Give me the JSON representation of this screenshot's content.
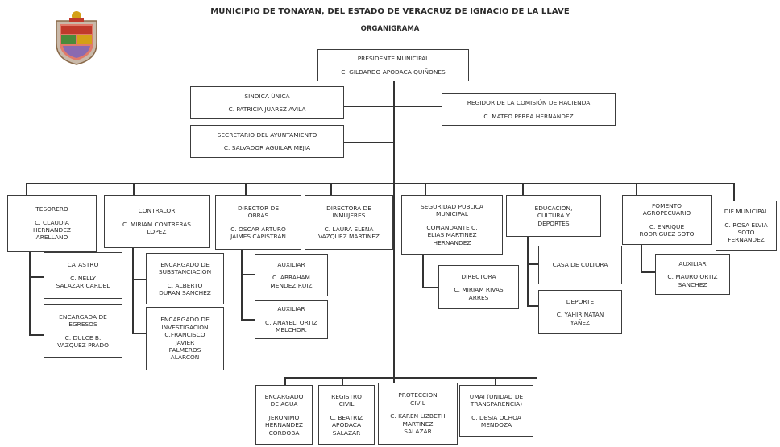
{
  "header": {
    "title": "MUNICIPIO DE TONAYAN, DEL ESTADO DE VERACRUZ DE IGNACIO DE LA LLAVE",
    "subtitle": "ORGANIGRAMA"
  },
  "colors": {
    "line": "#333333",
    "crest_red": "#c0392b",
    "crest_gold": "#d4a017",
    "crest_green": "#4a8a3a"
  },
  "org": {
    "presidente": {
      "title": "PRESIDENTE MUNICIPAL",
      "name": "C. GILDARDO APODACA QUIÑONES"
    },
    "sindica": {
      "title": "SINDICA ÚNICA",
      "name": "C. PATRICIA JUAREZ AVILA"
    },
    "regidor": {
      "title": "REGIDOR DE LA COMISIÓN DE HACIENDA",
      "name": "C. MATEO PEREA HERNANDEZ"
    },
    "secretario": {
      "title": "SECRETARIO DEL AYUNTAMIENTO",
      "name": "C. SALVADOR AGUILAR MEJIA"
    },
    "tesorero": {
      "title": "TESORERO",
      "name": "C. CLAUDIA\nHERNÁNDEZ\nARELLANO"
    },
    "catastro": {
      "title": "CATASTRO",
      "name": "C. NELLY\nSALAZAR CARDEL"
    },
    "egresos": {
      "title": "ENCARGADA DE\nEGRESOS",
      "name": "C. DULCE B.\nVAZQUEZ PRADO"
    },
    "contralor": {
      "title": "CONTRALOR",
      "name": "C. MIRIAM CONTRERAS\nLOPEZ"
    },
    "substanciacion": {
      "title": "ENCARGADO DE\nSUBSTANCIACION",
      "name": "C. ALBERTO\nDURAN SANCHEZ"
    },
    "investigacion": {
      "title": "ENCARGADO DE\nINVESTIGACION",
      "name": "C.FRANCISCO\nJAVIER\nPALMEROS\nALARCON"
    },
    "obras": {
      "title": "DIRECTOR DE\nOBRAS",
      "name": "C. OSCAR ARTURO\nJAIMES CAPISTRAN"
    },
    "aux_obras1": {
      "title": "AUXILIAR",
      "name": "C. ABRAHAM\nMENDEZ RUIZ"
    },
    "aux_obras2": {
      "title": "AUXILIAR",
      "name": "C. ANAYELI ORTIZ\nMELCHOR."
    },
    "inmujeres": {
      "title": "DIRECTORA DE\nINMUJERES",
      "name": "C. LAURA ELENA\nVAZQUEZ MARTINEZ"
    },
    "seguridad": {
      "title": "SEGURIDAD PUBLICA\nMUNICIPAL",
      "name": "COMANDANTE C.\nELIAS MARTINEZ\nHERNANDEZ"
    },
    "directora_seg": {
      "title": "DIRECTORA",
      "name": "C. MIRIAM RIVAS\nARRES"
    },
    "educacion": {
      "title": "EDUCACION,\nCULTURA Y\nDEPORTES",
      "name": ""
    },
    "casa_cultura": {
      "title": "CASA DE CULTURA",
      "name": ""
    },
    "deporte": {
      "title": "DEPORTE",
      "name": "C. YAHIR NATAN\nYAÑEZ"
    },
    "fomento": {
      "title": "FOMENTO\nAGROPECUARIO",
      "name": "C. ENRIQUE\nRODRIGUEZ SOTO"
    },
    "aux_fomento": {
      "title": "AUXILIAR",
      "name": "C. MAURO ORTIZ\nSANCHEZ"
    },
    "dif": {
      "title": "DIF MUNICIPAL",
      "name": "C. ROSA ELVIA\nSOTO\nFERNANDEZ"
    },
    "agua": {
      "title": "ENCARGADO\nDE AGUA",
      "name": "JERONIMO\nHERNANDEZ\nCORDOBA"
    },
    "registro": {
      "title": "REGISTRO\nCIVIL",
      "name": "C. BEATRIZ\nAPODACA\nSALAZAR"
    },
    "proteccion": {
      "title": "PROTECCION\nCIVIL",
      "name": "C. KAREN LIZBETH\nMARTINEZ\nSALAZAR"
    },
    "umai": {
      "title": "UMAI (UNIDAD DE\nTRANSPARENCIA)",
      "name": "C. DESIA OCHOA\nMENDOZA"
    }
  }
}
